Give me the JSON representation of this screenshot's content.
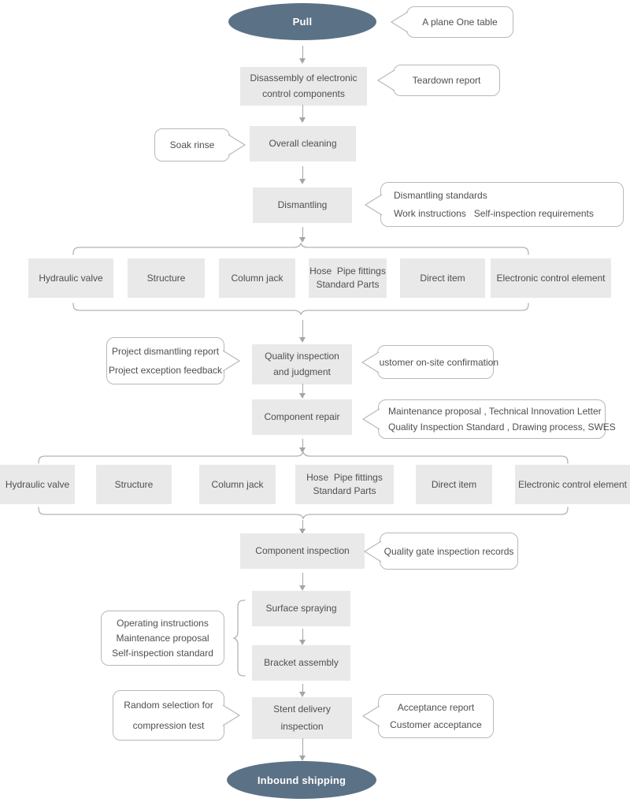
{
  "colors": {
    "terminal": "#5b7186",
    "box": "#e9e9e9",
    "text": "#4f4f4f",
    "callout-border": "#b8b8b8",
    "arrow": "#a5a5a5",
    "brace": "#b3b3b3"
  },
  "start": {
    "label": "Pull"
  },
  "end": {
    "label": "Inbound shipping"
  },
  "note_plane": {
    "text": "A plane One table"
  },
  "disassembly": {
    "l1": "Disassembly of electronic",
    "l2": "control components"
  },
  "note_teardown": {
    "text": "Teardown report"
  },
  "note_soak": {
    "text": "Soak rinse"
  },
  "cleaning": {
    "text": "Overall cleaning"
  },
  "dismantling": {
    "text": "Dismantling"
  },
  "note_dismantling": {
    "l1": "Dismantling standards",
    "l2": "Work instructions   Self-inspection requirements"
  },
  "parts": [
    {
      "l1": "Hydraulic valve",
      "l2": ""
    },
    {
      "l1": "Structure",
      "l2": ""
    },
    {
      "l1": "Column jack",
      "l2": ""
    },
    {
      "l1": "Hose  Pipe fittings",
      "l2": "Standard Parts"
    },
    {
      "l1": "Direct item",
      "l2": ""
    },
    {
      "l1": "Electronic control element",
      "l2": ""
    }
  ],
  "quality": {
    "l1": "Quality inspection",
    "l2": "and judgment"
  },
  "note_project": {
    "l1": "Project dismantling report",
    "l2": "Project exception feedback"
  },
  "note_customer": {
    "text": "Customer on-site confirmation"
  },
  "repair": {
    "text": "Component repair"
  },
  "note_repair": {
    "l1": "Maintenance proposal , Technical Innovation Letter",
    "l2": "Quality Inspection Standard , Drawing process, SWES"
  },
  "component_inspection": {
    "text": "Component inspection"
  },
  "note_quality_gate": {
    "text": "Quality gate inspection records"
  },
  "spraying": {
    "text": "Surface spraying"
  },
  "bracket": {
    "text": "Bracket assembly"
  },
  "note_operating": {
    "l1": "Operating instructions",
    "l2": "Maintenance proposal",
    "l3": "Self-inspection standard"
  },
  "stent": {
    "l1": "Stent delivery",
    "l2": "inspection"
  },
  "note_random": {
    "l1": "Random selection for",
    "l2": "compression test"
  },
  "note_acceptance": {
    "l1": "Acceptance report",
    "l2": "Customer acceptance"
  },
  "inbound": {
    "label": "Inbound shipping"
  }
}
